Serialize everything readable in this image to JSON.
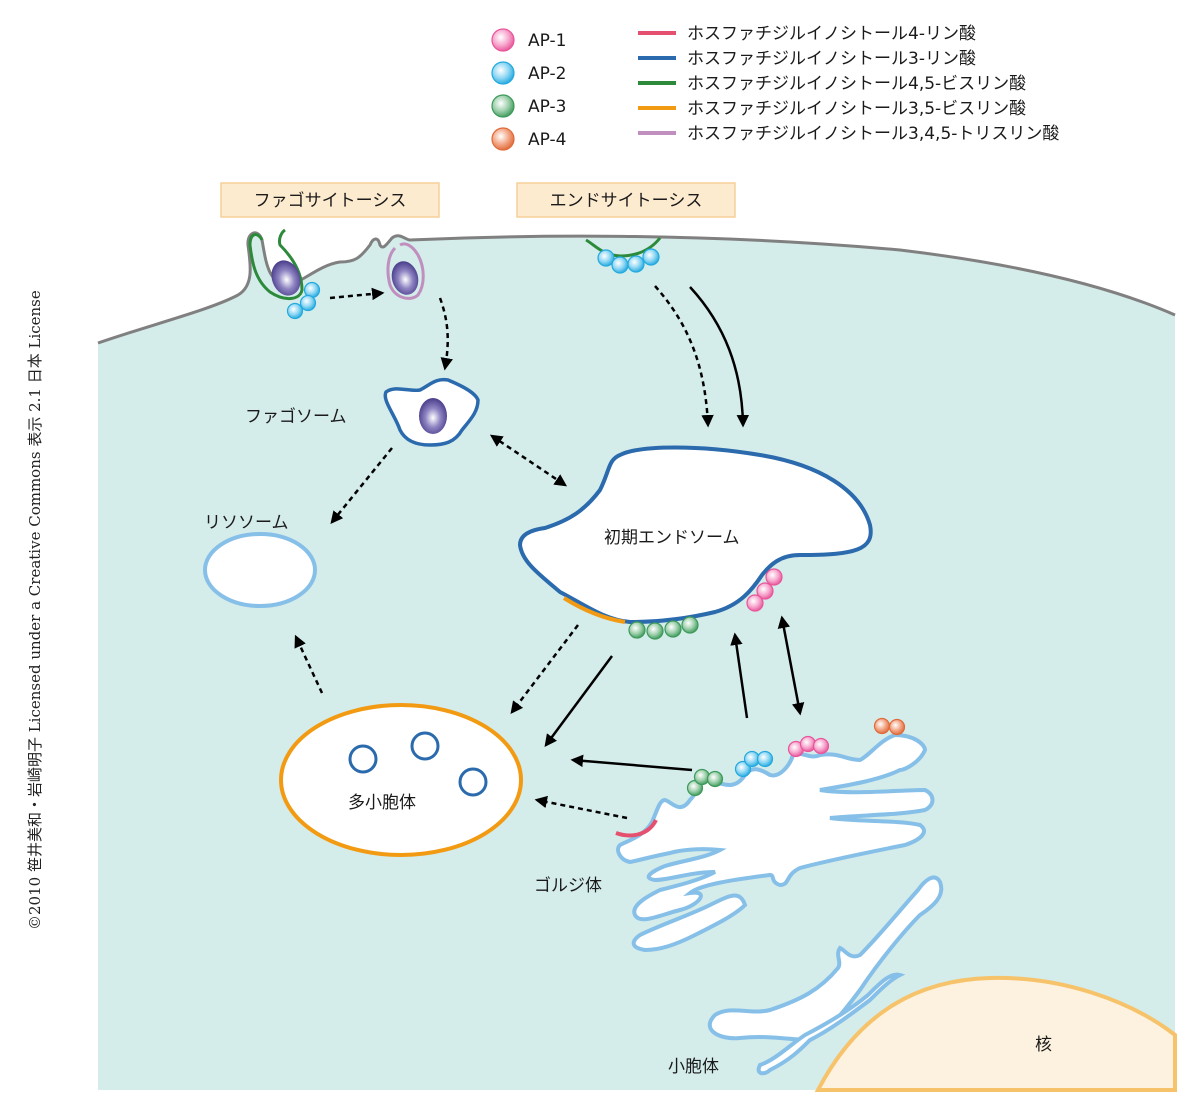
{
  "legend": {
    "adaptors": [
      {
        "id": "ap1",
        "label": "AP-1",
        "color": "#e8559a",
        "light": "#fbd3e6"
      },
      {
        "id": "ap2",
        "label": "AP-2",
        "color": "#23a9de",
        "light": "#d4f1fc"
      },
      {
        "id": "ap3",
        "label": "AP-3",
        "color": "#3d9a5a",
        "light": "#d7efdd"
      },
      {
        "id": "ap4",
        "label": "AP-4",
        "color": "#e06a3a",
        "light": "#fbdccd"
      }
    ],
    "lipids": [
      {
        "id": "pi4p",
        "label": "ホスファチジルイノシトール4-リン酸",
        "color": "#e5506e"
      },
      {
        "id": "pi3p",
        "label": "ホスファチジルイノシトール3-リン酸",
        "color": "#2a6aad"
      },
      {
        "id": "pi45p2",
        "label": "ホスファチジルイノシトール4,5-ビスリン酸",
        "color": "#2c8a3a"
      },
      {
        "id": "pi35p2",
        "label": "ホスファチジルイノシトール3,5-ビスリン酸",
        "color": "#f29a12"
      },
      {
        "id": "pi345p3",
        "label": "ホスファチジルイノシトール3,4,5-トリスリン酸",
        "color": "#c08fbe"
      }
    ]
  },
  "processes": {
    "phagocytosis": "ファゴサイトーシス",
    "endocytosis": "エンドサイトーシス"
  },
  "organelles": {
    "phagosome": "ファゴソーム",
    "lysosome": "リソソーム",
    "early_endosome": "初期エンドソーム",
    "multivesicular_body": "多小胞体",
    "golgi": "ゴルジ体",
    "er": "小胞体",
    "nucleus": "核"
  },
  "credit": "©2010 笹井美和・岩崎明子 Licensed under a Creative Commons 表示 2.1 日本 License",
  "colors": {
    "cytoplasm": "#d4ecea",
    "membrane": "#808080",
    "golgi_er": "#86bfe8",
    "nucleus_fill": "#fdf2df",
    "nucleus_edge": "#f7c36a",
    "cargo": "#4a3d8f",
    "box_fill": "#fdebd0",
    "box_edge": "#f6cf98"
  }
}
